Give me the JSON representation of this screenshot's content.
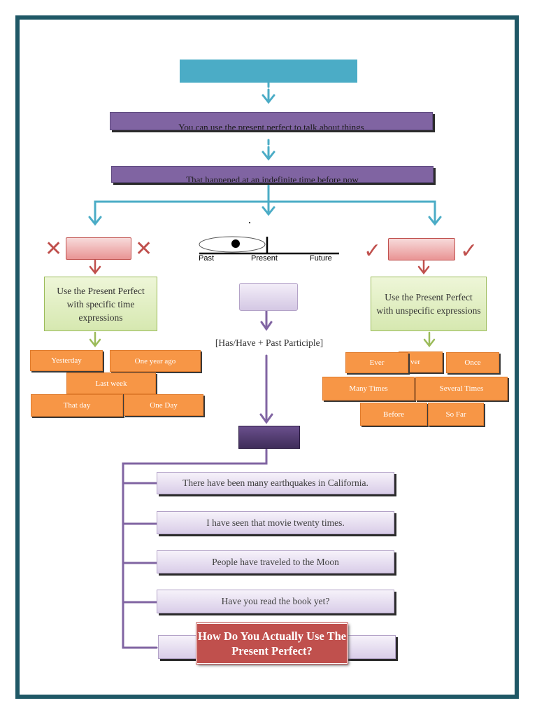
{
  "title": "How Do You Actually Use The Present Perfect?",
  "intro": [
    "You can use the present perfect to talk about things",
    "That happened at an indefinite time before now"
  ],
  "timeline": {
    "labels": [
      "Past",
      "Present",
      "Future"
    ]
  },
  "left_branch": {
    "mark": "✕",
    "rule": "Use the Present Perfect with specific time expressions",
    "expressions": [
      "Yesterday",
      "One year ago",
      "Last week",
      "That day",
      "One Day"
    ]
  },
  "center_branch": {
    "formula": "[Has/Have + Past Participle]"
  },
  "right_branch": {
    "mark": "✓",
    "rule": "Use the Present Perfect with unspecific expressions",
    "expressions": [
      "Ever",
      "ver",
      "Once",
      "Many Times",
      "Several Times",
      "Before",
      "So Far"
    ]
  },
  "examples": [
    "There have been many earthquakes in California.",
    "I have seen that movie twenty times.",
    "People have traveled to the Moon",
    "Have you read the book yet?"
  ],
  "colors": {
    "frame": "#1f5866",
    "teal": "#4bacc6",
    "purple": "#8064a2",
    "green": "#9bbb59",
    "red": "#c0504d",
    "orange": "#f79646"
  }
}
